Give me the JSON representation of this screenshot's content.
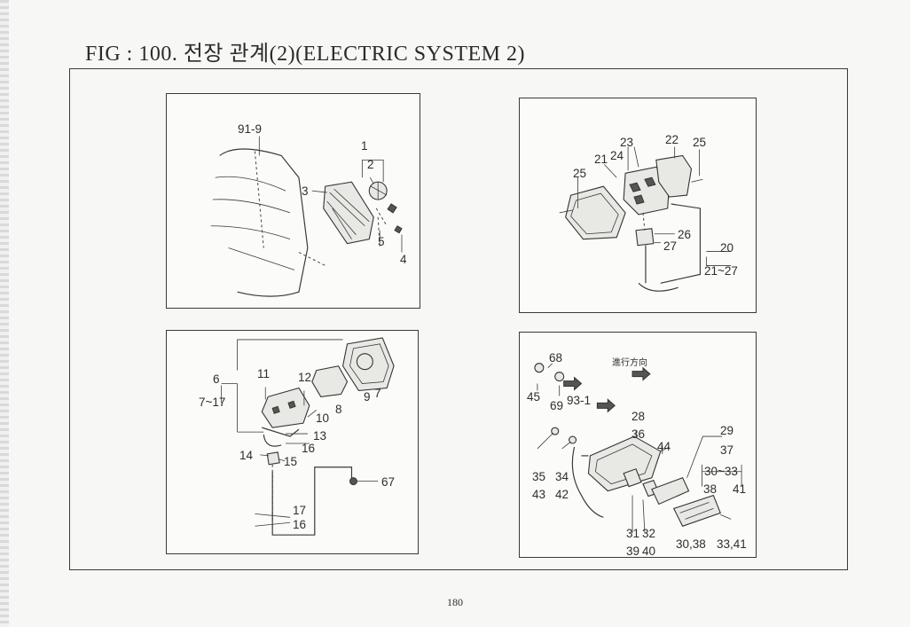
{
  "page": {
    "title": "FIG : 100. 전장 관계(2)(ELECTRIC SYSTEM 2)",
    "page_number": "180"
  },
  "panels": {
    "headlamp": {
      "labels": [
        "91-9",
        "1",
        "2",
        "3",
        "5",
        "4"
      ]
    },
    "sidelamp": {
      "labels": [
        "23",
        "22",
        "25",
        "21",
        "24",
        "25",
        "26",
        "27",
        "20",
        "21~27"
      ]
    },
    "worklamp": {
      "labels": [
        "6",
        "7~17",
        "11",
        "12",
        "9",
        "7",
        "8",
        "10",
        "13",
        "16",
        "14",
        "15",
        "67",
        "17",
        "16"
      ]
    },
    "taillamp": {
      "labels": [
        "68",
        "45",
        "69",
        "93-1",
        "進行方向",
        "28",
        "36",
        "29",
        "44",
        "37",
        "35",
        "34",
        "43",
        "42",
        "30~33",
        "38",
        "41",
        "31",
        "32",
        "39",
        "40",
        "30,38",
        "33,41"
      ]
    }
  },
  "icons": {
    "headlamp_drawing": "headlamp-assembly-icon",
    "sidelamp_drawing": "side-lamp-assembly-icon",
    "worklamp_drawing": "work-lamp-assembly-icon",
    "taillamp_drawing": "tail-lamp-assembly-icon",
    "direction_arrow": "arrow-right-icon"
  }
}
